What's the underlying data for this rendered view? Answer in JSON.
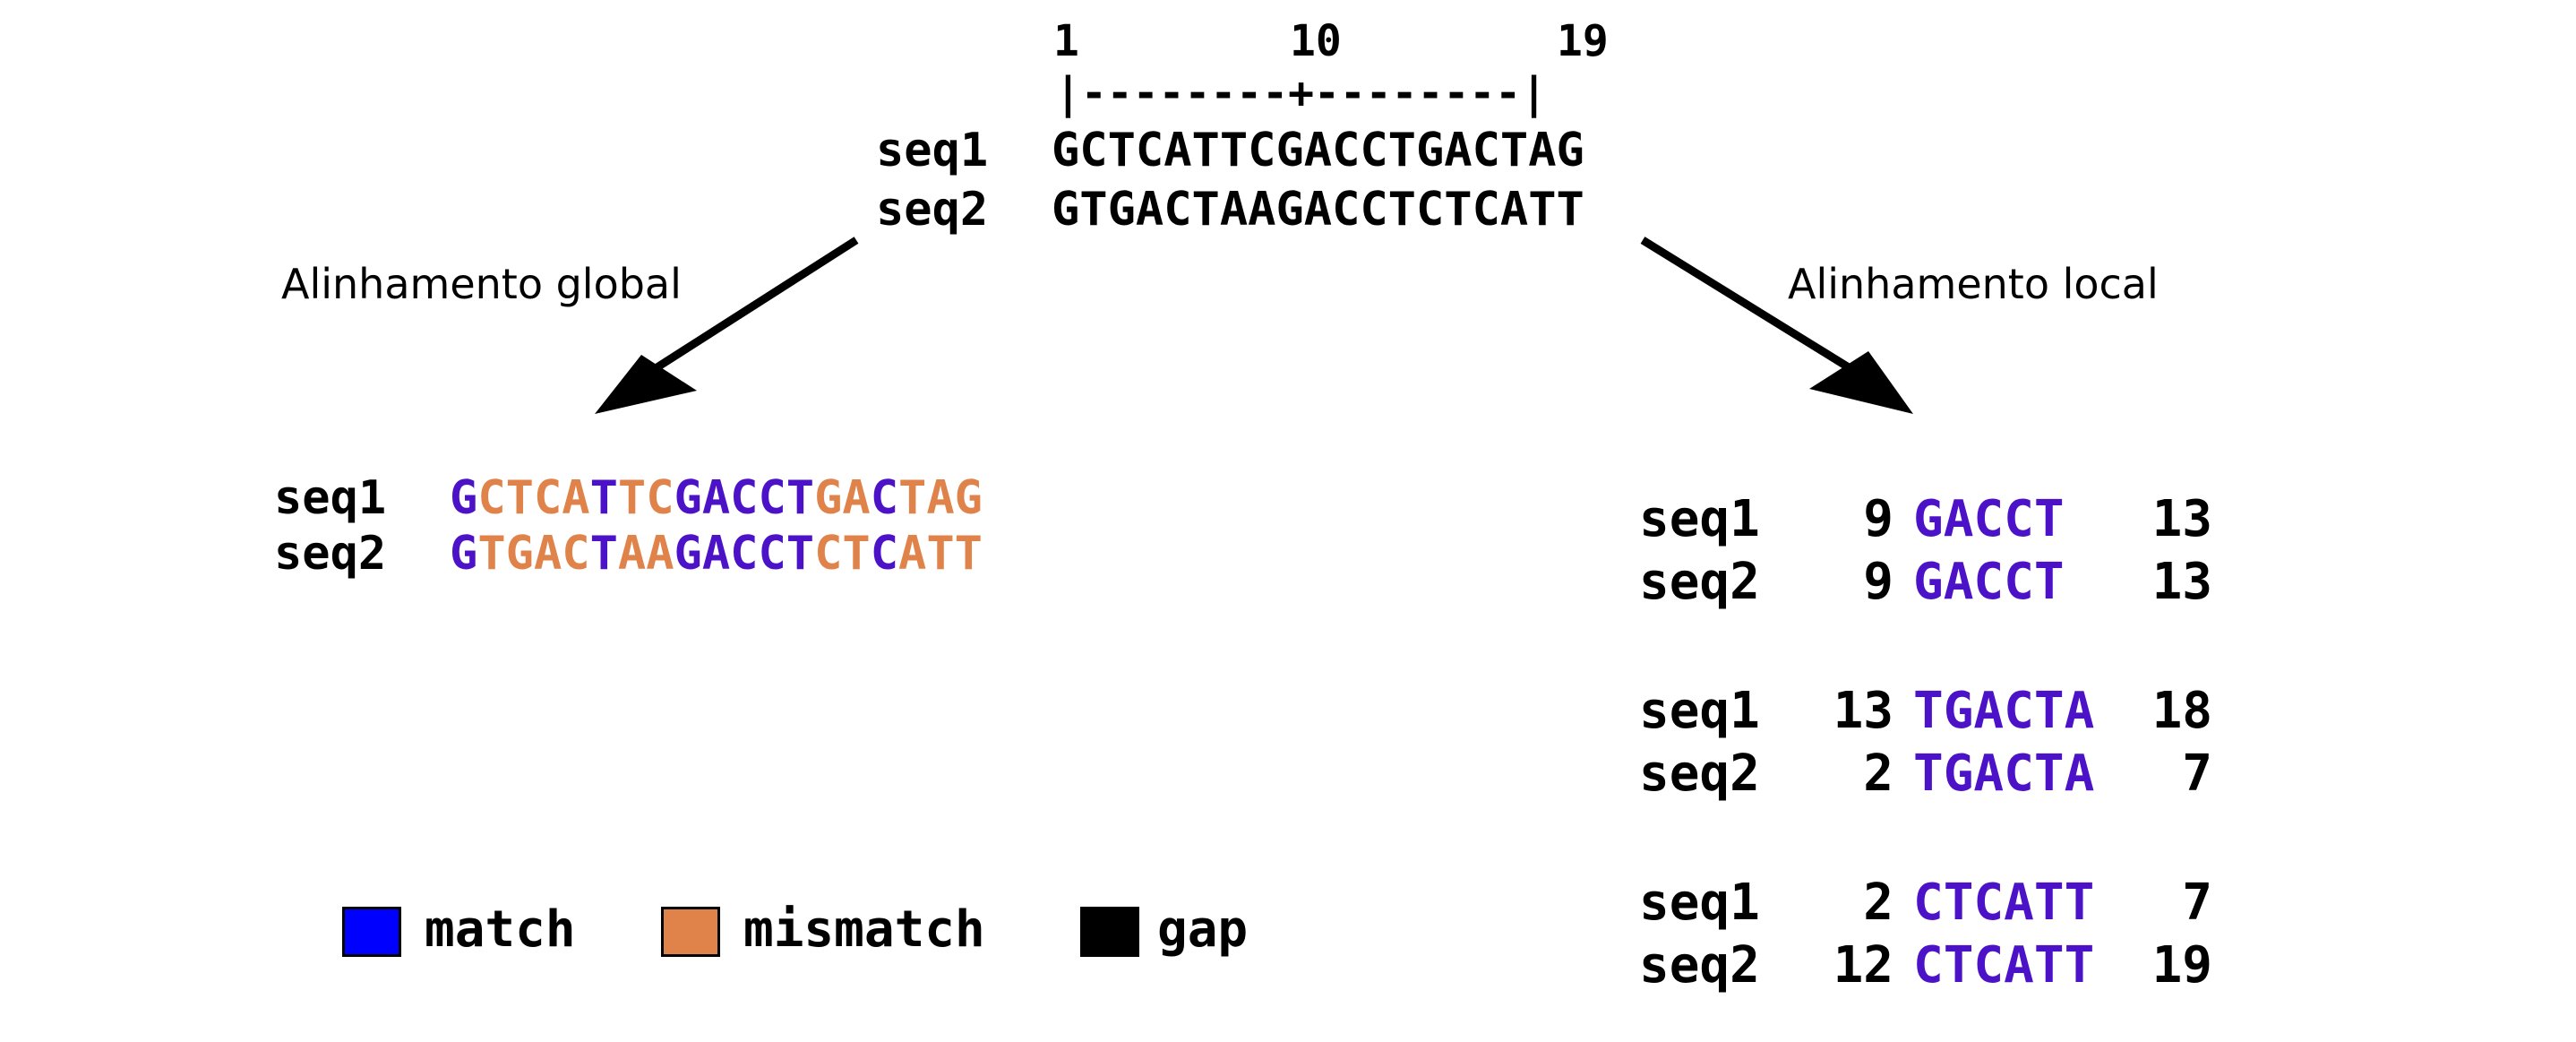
{
  "ruler": {
    "start": "1",
    "mid": "10",
    "end": "19",
    "line": "|--------+--------|"
  },
  "input": {
    "rows": [
      {
        "label": "seq1",
        "seq": "GCTCATTCGACCTGACTAG"
      },
      {
        "label": "seq2",
        "seq": "GTGACTAAGACCTCTCATT"
      }
    ]
  },
  "global": {
    "heading": "Alinhamento global",
    "rows": [
      {
        "label": "seq1",
        "seq": "GCTCATTCGACCTGACTAG",
        "pattern": "MXXXXMXXMMMMMXXMXXX"
      },
      {
        "label": "seq2",
        "seq": "GTGACTAAGACCTCTCATT",
        "pattern": "MXXXXMXXMMMMMXXMXXX"
      }
    ]
  },
  "local": {
    "heading": "Alinhamento local",
    "blocks": [
      {
        "rows": [
          {
            "label": "seq1",
            "start": "9",
            "seq": "GACCT",
            "end": "13"
          },
          {
            "label": "seq2",
            "start": "9",
            "seq": "GACCT",
            "end": "13"
          }
        ]
      },
      {
        "rows": [
          {
            "label": "seq1",
            "start": "13",
            "seq": "TGACTA",
            "end": "18"
          },
          {
            "label": "seq2",
            "start": "2",
            "seq": "TGACTA",
            "end": "7"
          }
        ]
      },
      {
        "rows": [
          {
            "label": "seq1",
            "start": "2",
            "seq": "CTCATT",
            "end": "7"
          },
          {
            "label": "seq2",
            "start": "12",
            "seq": "CTCATT",
            "end": "19"
          }
        ]
      }
    ]
  },
  "legend": {
    "items": [
      {
        "label": "match",
        "color": "#0000ff"
      },
      {
        "label": "mismatch",
        "color": "#e0834a"
      },
      {
        "label": "gap",
        "color": "#000000"
      }
    ]
  },
  "colors": {
    "match_text": "#4b12c8",
    "mismatch_text": "#e0834a"
  }
}
